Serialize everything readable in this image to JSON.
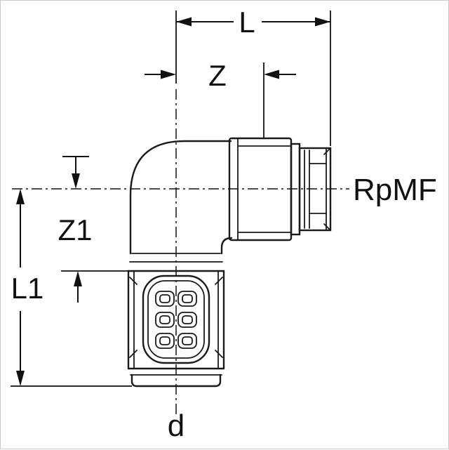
{
  "diagram": {
    "type": "technical-dimensional-drawing",
    "description": "90-degree elbow pipe fitting with press-fit end (bottom) and female threaded socket (right), shown with dimension lines",
    "labels": {
      "overall_length_top": "L",
      "z_offset_top": "Z",
      "z1_offset_left": "Z1",
      "overall_length_left": "L1",
      "diameter_bottom": "d",
      "thread_designation": "RpMF"
    },
    "colors": {
      "line": "#1a1a1a",
      "dimension": "#111111",
      "background": "#ffffff",
      "frame_border": "#c9c9c9"
    }
  }
}
